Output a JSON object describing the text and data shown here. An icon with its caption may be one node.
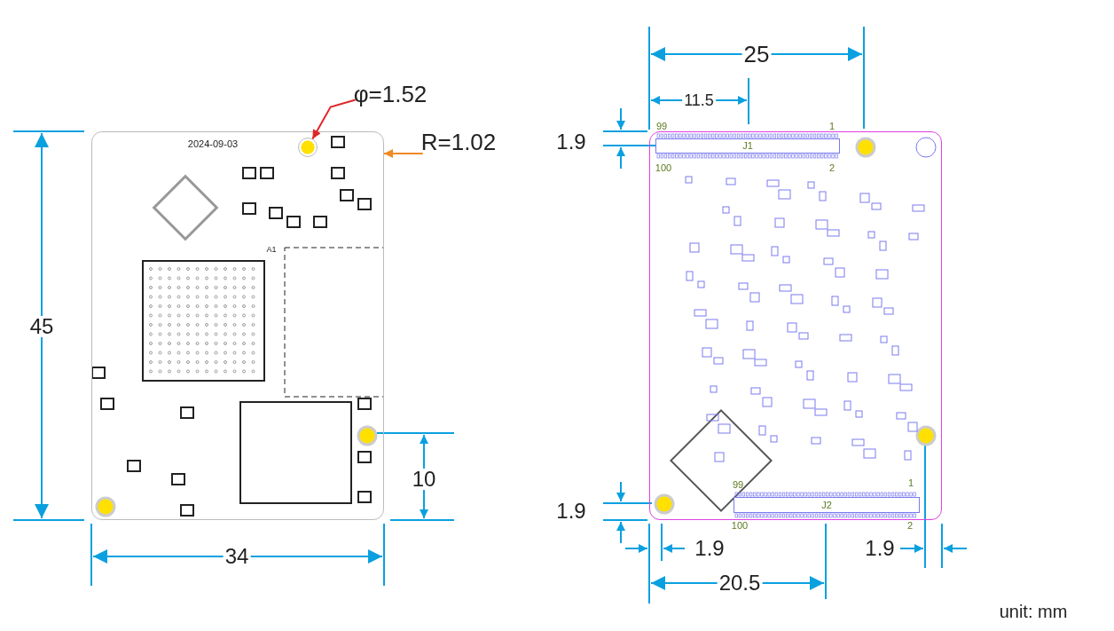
{
  "diagram": {
    "nodes": [
      {
        "text": [],
        "shape": "box"
      },
      {
        "text": [
          "φ=1.52"
        ]
      },
      {
        "text": [],
        "shape": "circle",
        "in": 0
      },
      {
        "text": [
          "R=1.02"
        ]
      },
      {
        "text": [],
        "shape": "box"
      },
      {
        "text": [
          "J1"
        ],
        "in": 4
      },
      {
        "text": [
          "J2"
        ],
        "in": 4
      }
    ],
    "edges": [
      {
        "from": 1,
        "to": 2,
        "arrow": "to",
        "color": "#e0262a"
      },
      {
        "from": 3,
        "to": 0,
        "arrow": "to",
        "color": "#f08a24"
      }
    ],
    "labels": [
      "2024-09-03",
      "A1",
      "45",
      "10",
      "34",
      "25",
      "11.5",
      "99",
      "1",
      "1.9",
      "100",
      "2",
      "99",
      "1",
      "1.9",
      "100",
      "2",
      "1.9",
      "1.9",
      "20.5",
      "unit: mm"
    ]
  }
}
